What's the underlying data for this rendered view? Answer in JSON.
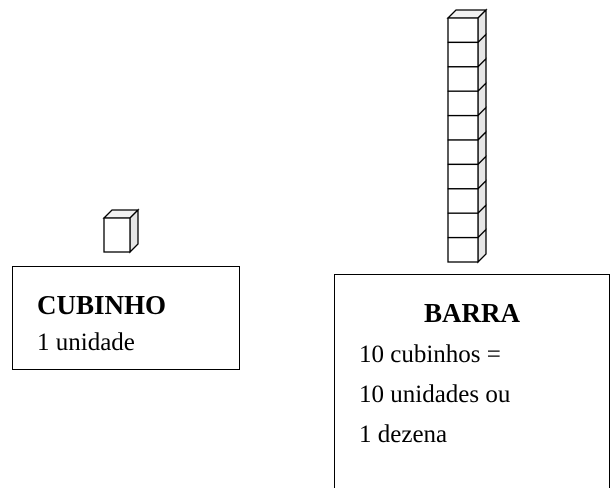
{
  "cubinho": {
    "title": "CUBINHO",
    "lines": [
      "1 unidade"
    ]
  },
  "barra": {
    "title": "BARRA",
    "lines": [
      "10 cubinhos =",
      "10 unidades ou",
      "1 dezena"
    ],
    "cube_count": 10
  },
  "colors": {
    "cube_fill": "#ffffff",
    "cube_side": "#e6e6e6",
    "cube_top": "#f2f2f2",
    "stroke": "#000000"
  }
}
